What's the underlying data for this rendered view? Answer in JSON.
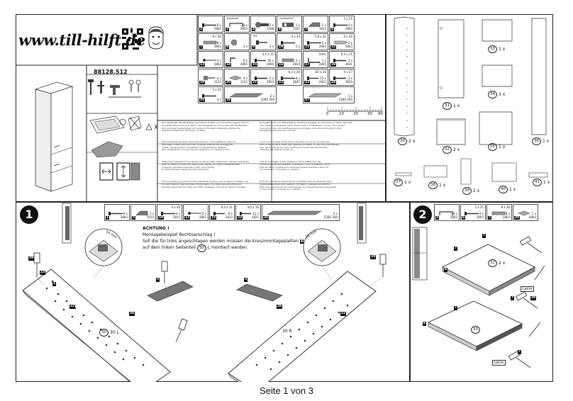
{
  "brand": {
    "website": "www.till-hilft.de",
    "article_number": "88128.512"
  },
  "page_footer": "Seite 1 von 3",
  "hardware_top": [
    {
      "num": "1",
      "qty": "8 x",
      "code": "2802",
      "top": ""
    },
    {
      "num": "2",
      "qty": "8 x",
      "code": "2803",
      "top": "goldenplf"
    },
    {
      "num": "3",
      "qty": "2 x",
      "code": "1508",
      "top": ""
    },
    {
      "num": "4",
      "qty": "1 x",
      "code": "1505",
      "top": "magnetikvf"
    },
    {
      "num": "5",
      "qty": "2 x",
      "code": "1615",
      "top": ""
    },
    {
      "num": "6",
      "qty": "4 x",
      "code": "2860",
      "top": "5 x 25"
    },
    {
      "num": "7",
      "qty": "8 x",
      "code": "2863",
      "top": "8 x 30"
    },
    {
      "num": "8",
      "qty": "3 x",
      "code": "",
      "top": ""
    },
    {
      "num": "9",
      "qty": "3 x",
      "code": "",
      "top": "M4"
    },
    {
      "num": "10",
      "qty": "2 x",
      "code": "",
      "top": "4 x 30"
    },
    {
      "num": "11",
      "qty": "2 x",
      "code": "2842",
      "top": "5,8 x 31"
    },
    {
      "num": "12",
      "qty": "2 x",
      "code": "2843",
      "top": "4 x 30"
    },
    {
      "num": "13",
      "qty": "2 x",
      "code": "2863",
      "top": ""
    },
    {
      "num": "14",
      "qty": "6 x",
      "code": "2865",
      "top": ""
    },
    {
      "num": "15",
      "qty": "30 x",
      "code": "2806",
      "top": "3,5 x 15"
    },
    {
      "num": "16",
      "qty": "2 x",
      "code": "2844",
      "top": ""
    },
    {
      "num": "17",
      "qty": "2 x",
      "code": "2845",
      "top": "5mm"
    },
    {
      "num": "18",
      "qty": "1 x",
      "code": "2831",
      "top": "6,3 x 11"
    },
    {
      "num": "19",
      "qty": "4 x",
      "code": "1121",
      "top": ""
    },
    {
      "num": "20",
      "qty": "4 x",
      "code": "1122",
      "top": ""
    },
    {
      "num": "21",
      "qty": "2 x",
      "code": "2853",
      "top": ""
    },
    {
      "num": "22",
      "qty": "8 x",
      "code": "2835",
      "top": "6,3 x 26"
    },
    {
      "num": "23",
      "qty": "12 x",
      "code": "2821",
      "top": "3/5 x 16"
    },
    {
      "num": "24",
      "qty": "2 x",
      "code": "2829",
      "top": "4 x 27"
    },
    {
      "num": "25",
      "qty": "4 x",
      "code": "",
      "top": "5 x 30"
    },
    {
      "num": "26",
      "qty": "2 x",
      "code": "5285 300",
      "top": ""
    },
    {
      "num": "27",
      "qty": "1 x",
      "code": "5284 300",
      "top": ""
    }
  ],
  "scale": {
    "labels": [
      "0",
      "10",
      "20",
      "30",
      "40"
    ]
  },
  "parts": [
    {
      "num": "30",
      "qty": "2 x"
    },
    {
      "num": "31",
      "qty": "1 x"
    },
    {
      "num": "32",
      "qty": "2 x"
    },
    {
      "num": "33",
      "qty": "1 x"
    },
    {
      "num": "34",
      "qty": "3 x"
    },
    {
      "num": "35",
      "qty": "1 x"
    },
    {
      "num": "36",
      "qty": "1 x"
    },
    {
      "num": "37",
      "qty": "1 x"
    },
    {
      "num": "38",
      "qty": "1 x"
    },
    {
      "num": "39",
      "qty": "2 x"
    },
    {
      "num": "40",
      "qty": "1 x"
    },
    {
      "num": "41",
      "qty": "1 x"
    }
  ],
  "step1": {
    "number": "1",
    "hardware": [
      {
        "num": "1",
        "qty": "8 x",
        "code": "2802",
        "top": ""
      },
      {
        "num": "5",
        "qty": "2 x",
        "code": "1613",
        "top": ""
      },
      {
        "num": "10",
        "qty": "4 x",
        "code": "2812",
        "top": "4 x 30"
      },
      {
        "num": "13",
        "qty": "2 x",
        "code": "2843",
        "top": ""
      },
      {
        "num": "15",
        "qty": "8 x",
        "code": "2815",
        "top": "6,3 x 11"
      },
      {
        "num": "22",
        "qty": "12 x",
        "code": "2821",
        "top": "5/5 x 16"
      },
      {
        "num": "26",
        "qty": "2 x",
        "code": "5285 300",
        "top": ""
      }
    ],
    "note": {
      "title": "ACHTUNG !",
      "line1": "Montagebeispiel Rechtsanschlag !",
      "line2": "Soll die Tür links angeschlagen werden müssen die Kreuzmontageplatten",
      "line3_pre": "auf dem linken Seitenteil",
      "part_ref": "30",
      "part_suffix": "L",
      "line3_post": "montiert werden.",
      "tag_ref": "6"
    },
    "dims": [
      "16 mm",
      "16 mm"
    ],
    "panel_labels": [
      "30 L",
      "30 R"
    ]
  },
  "step2": {
    "number": "2",
    "hardware": [
      {
        "num": "2",
        "qty": "8 x",
        "code": "2802",
        "top": ""
      },
      {
        "num": "6",
        "qty": "4 x",
        "code": "2805",
        "top": "5 x 25"
      },
      {
        "num": "7",
        "qty": "8 x",
        "code": "2863",
        "top": "8 x 30"
      },
      {
        "num": "20",
        "qty": "1 x",
        "code": "2863",
        "top": ""
      }
    ],
    "panel_labels": [
      "32",
      "2 x",
      "33"
    ],
    "click_word": "Lecm"
  },
  "paragraphs": [
    [
      "Das beigefügte Wandbefestigungsmaterial (Dübel und Schrauben) eignet sich nur",
      "für festes Mauerwerk (z.B. Beton oder Ziegelsteine). Für andere Wandaufbauten",
      "sind eventuell Spezialdübel und andere Schrauben notwendig. Ziehen Sie",
      "gegebenenfalls einen Fachmann zu Rate."
    ],
    [
      "De bijgeleverde wandbevestigings hardware (pluggen en schroeven) is alleen geschikt",
      "voor massief metselwerk (bijvoorbeeld beton of bakstenen muren). Voor andere",
      "muur structuren zijn eventueel speciale pluggen en andere schroeven nodig.",
      "Raadpleeg eventueel een vakman."
    ],
    [
      "Прилагаемый материал для крепления к стене (дюбели и винты)",
      "пригоден только для жестких опорных элементов. Для других",
      "типов стен возможно понадобятся специальные дюбели.",
      "При необходимости проконсультируйтесь со специалистом."
    ],
    [
      "Le kit d'accrochage mural fourni (chevilles et vis) ne convient que",
      "pour la maçonnerie solide (par exemple en béton ou des murs de briques).",
      "Pour les structures de murs d'autres sont peut-être nécessaires",
      "chevilles spéciales et autres vis."
    ],
    [
      "Załączony materiał do mocowania do ściany (kołki rozporowe i wkręty) nadaje się",
      "tylko do stałych murów (np. betonu lub cegieł). Do innych rodzajów ścian",
      "mogą być potrzebne specjalne kołki i inne wkręty.",
      "W razie potrzeby zasięgnij porady fachowca."
    ],
    [
      "Il kit di montaggio fornito (tasselli e viti) è adatto solo per",
      "muratura solida (ad esempio in cemento o muri di mattoni). Per le",
      "altre strutture murarie sono necessari tasselli speciali e altre viti.",
      "Se necessario, consultare un esperto."
    ],
    [
      "The accompanying wall mounting hardware (anchors and screws) is suitable only",
      "for solid masonry (eg concrete or brick walls). For other wall structures are",
      "possibly special anchor bolts and other necessary. Consult an expert if needed."
    ],
    [
      "El kit de montaje en pared (tacos y tornillos) sólo es adecuado para",
      "mampostería sólida (por ejemplo, hormigón o paredes de ladrillo).",
      "Para otras estructuras de pared pueden ser necesarios tacos especiales",
      "y otros tornillos. Consulte a un experto."
    ]
  ],
  "colors": {
    "line": "#222222",
    "tag_bg": "#111111",
    "paper": "#ffffff"
  }
}
